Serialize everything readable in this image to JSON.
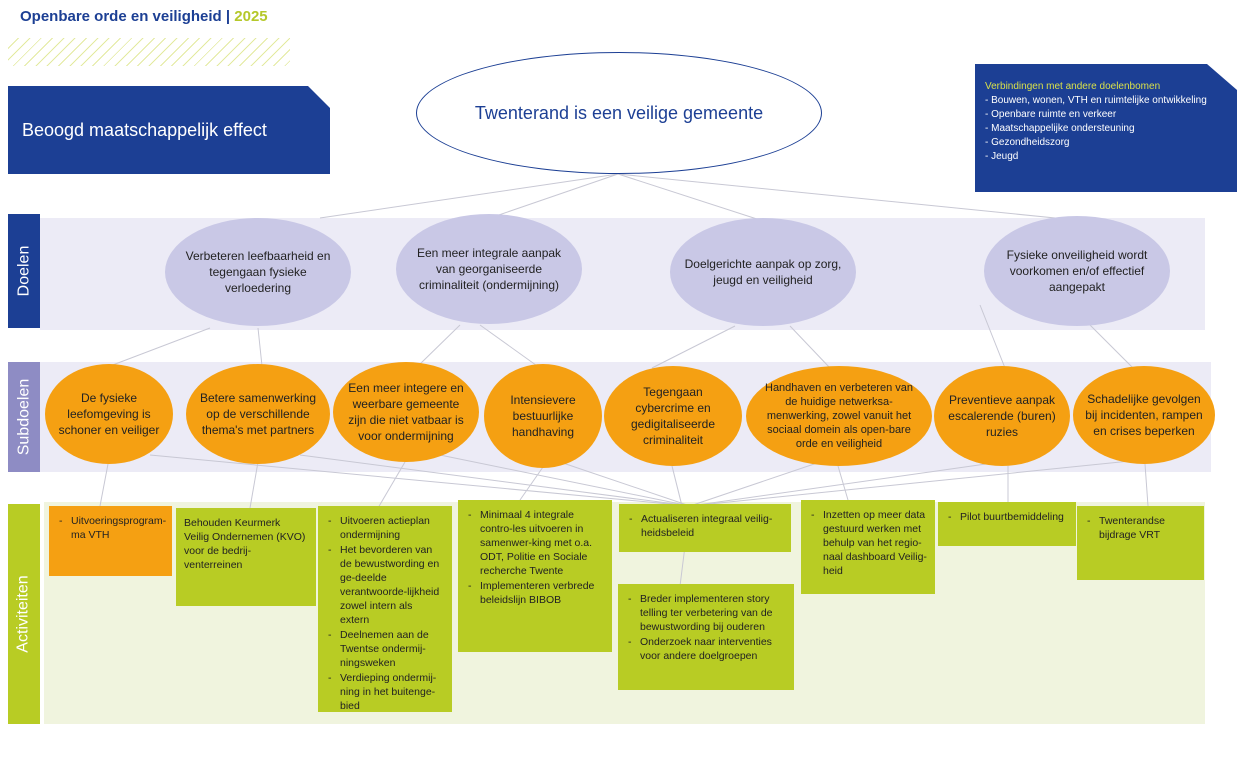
{
  "header": {
    "title": "Openbare orde en veiligheid",
    "separator": " | ",
    "year": "2025"
  },
  "effect_label": "Beoogd maatschappelijk effect",
  "main_goal": "Twenterand is een veilige gemeente",
  "connections": {
    "title": "Verbindingen met andere doelenbomen",
    "items": [
      "- Bouwen, wonen, VTH en ruimtelijke ontwikkeling",
      "- Openbare ruimte en verkeer",
      "- Maatschappelijke ondersteuning",
      "- Gezondheidszorg",
      "- Jeugd"
    ]
  },
  "bands": {
    "doelen": "Doelen",
    "subdoelen": "Subdoelen",
    "activiteiten": "Activiteiten"
  },
  "goals": [
    "Verbeteren leefbaarheid en tegengaan fysieke verloedering",
    "Een meer integrale aanpak van georganiseerde criminaliteit (ondermijning)",
    "Doelgerichte aanpak op zorg, jeugd en veiligheid",
    "Fysieke onveiligheid wordt voorkomen en/of effectief aangepakt"
  ],
  "subgoals": [
    "De fysieke leefomgeving is schoner en veiliger",
    "Betere samenwerking op de verschillende thema's met partners",
    "Een meer integere en weerbare gemeente zijn die niet vatbaar is voor ondermijning",
    "Intensievere bestuurlijke handhaving",
    "Tegengaan cybercrime en gedigitaliseerde criminaliteit",
    "Handhaven en verbeteren van de huidige netwerksa-menwerking, zowel vanuit het sociaal domein als open-bare orde en veiligheid",
    "Preventieve aanpak escalerende (buren) ruzies",
    "Schadelijke gevolgen bij incidenten, rampen en crises beperken"
  ],
  "activities": {
    "a1": [
      "Uitvoeringsprogram-ma VTH"
    ],
    "a2": [
      "Behouden Keurmerk Veilig Ondernemen (KVO) voor de bedrij-venterreinen"
    ],
    "a3": [
      "Uitvoeren actieplan ondermijning",
      "Het bevorderen van de bewustwording en ge-deelde verantwoorde-lijkheid zowel intern als extern",
      "Deelnemen aan de Twentse ondermij-ningsweken",
      "Verdieping ondermij-ning in het buitenge-bied"
    ],
    "a4": [
      "Minimaal 4 integrale contro-les uitvoeren in samenwer-king met o.a. ODT, Politie en Sociale recherche Twente",
      "Implementeren verbrede beleidslijn BIBOB"
    ],
    "a5": [
      "Actualiseren integraal veilig-heidsbeleid"
    ],
    "a6": [
      "Breder implementeren story telling ter verbetering van de bewustwording bij ouderen",
      "Onderzoek naar interventies voor andere doelgroepen"
    ],
    "a7": [
      "Inzetten op meer data gestuurd werken met behulp van het regio-naal dashboard Veilig-heid"
    ],
    "a8": [
      "Pilot buurtbemiddeling"
    ],
    "a9": [
      "Twenterandse bijdrage VRT"
    ]
  },
  "colors": {
    "navy": "#1c3f94",
    "lime": "#b8cc24",
    "orange": "#f5a012",
    "lavender": "#c9c8e6",
    "band_light": "#ecebf6",
    "band_act": "#f0f4de",
    "side_sub": "#8e8cc4"
  }
}
